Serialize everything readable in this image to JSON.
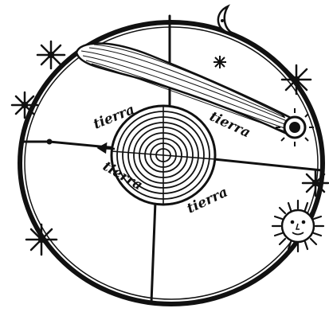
{
  "figure": {
    "labels": [
      "tierra",
      "tierra",
      "tierra",
      "tierra"
    ]
  },
  "colors": {
    "ink": "#111111",
    "paper": "#ffffff"
  }
}
